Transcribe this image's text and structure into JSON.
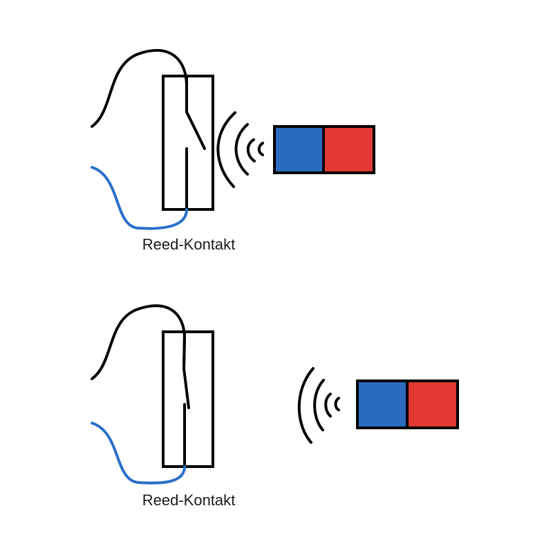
{
  "diagrams": [
    {
      "label": "Reed-Kontakt",
      "state": "magnet-near"
    },
    {
      "label": "Reed-Kontakt",
      "state": "magnet-far"
    }
  ],
  "colors": {
    "wire_black": "#000000",
    "wire_blue": "#2a6fca",
    "magnet_north": "#2c6cc0",
    "magnet_south": "#e03a32"
  }
}
